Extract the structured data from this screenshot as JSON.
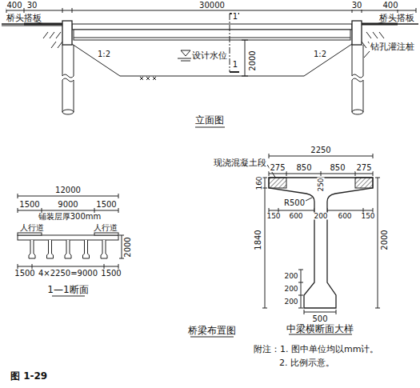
{
  "diagram": {
    "caption": "图 1-29",
    "labels": [
      "400",
      "30",
      "30000",
      "30",
      "400",
      "桥头搭板",
      "桥头搭板",
      "1",
      "设计水位",
      "2000",
      "1:2",
      "1:2",
      "1",
      "钻孔灌注桩",
      "立面图",
      "12000",
      "1500",
      "9000",
      "1500",
      "铺装层厚300mm",
      "人行道",
      "人行道",
      "2000",
      "1500",
      "4×2250=9000",
      "1500",
      "1—1断面",
      "2250",
      "现浇混凝土段",
      "275",
      "850",
      "850",
      "275",
      "160",
      "250",
      "R500",
      "150",
      "600",
      "200",
      "600",
      "150",
      "1840",
      "2000",
      "200",
      "200",
      "200",
      "500",
      "中梁横断面大样",
      "桥梁布置图",
      "附注：1. 图中单位均以mm计。",
      "2. 比例示意。"
    ]
  }
}
